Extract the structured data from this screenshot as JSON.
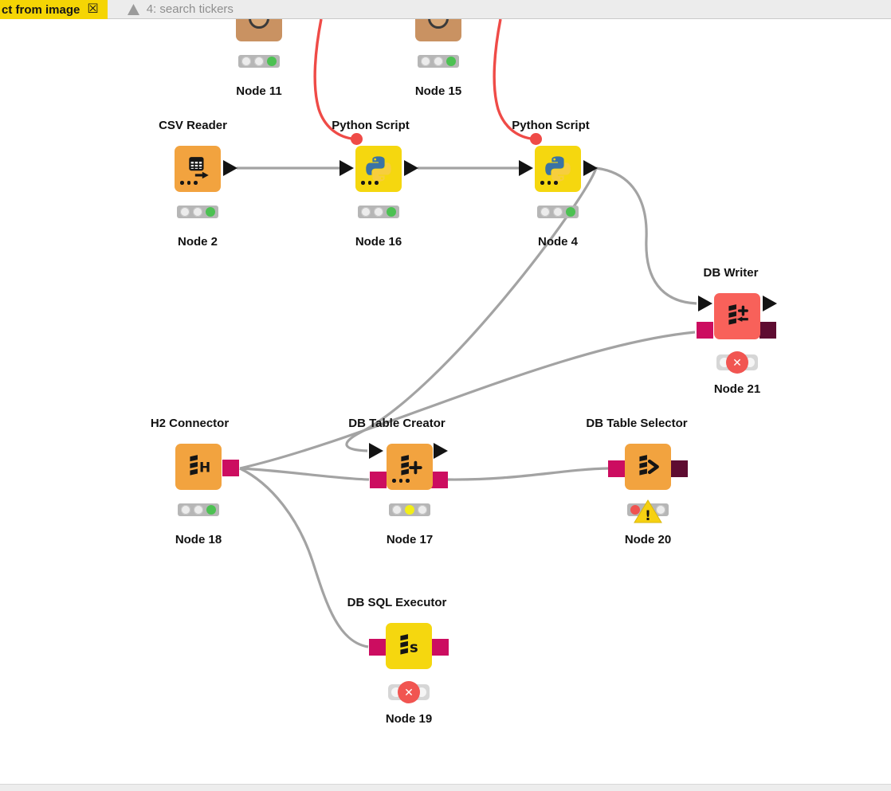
{
  "window": {
    "tabs": [
      {
        "label": "ct from image",
        "has_close_icon": true,
        "active": true
      },
      {
        "label": "4: search tickers",
        "has_workflow_icon": true,
        "active": false
      }
    ]
  },
  "colors": {
    "tab_yellow": "#f5d504",
    "node_orange": "#f2a33f",
    "node_python_yellow": "#f5d70f",
    "node_red": "#f8615a",
    "node_brown": "#c99262",
    "port_magenta": "#cc0d60",
    "port_maroon": "#5e0c31",
    "wire_gray": "#a3a3a3",
    "wire_flow_red": "#ef4b47",
    "light_green": "#4cc152",
    "light_yellow": "#f2ee18",
    "light_red": "#ef5350",
    "error_red": "#f15551",
    "warning_yellow": "#f6d112"
  },
  "nodes": [
    {
      "id": "n11",
      "title": "",
      "label": "Node 11",
      "kind": "partial",
      "status": "green"
    },
    {
      "id": "n15",
      "title": "",
      "label": "Node 15",
      "kind": "partial",
      "status": "green"
    },
    {
      "id": "n2",
      "title": "CSV Reader",
      "label": "Node 2",
      "kind": "csv",
      "status": "green"
    },
    {
      "id": "n16",
      "title": "Python Script",
      "label": "Node 16",
      "kind": "python",
      "status": "green"
    },
    {
      "id": "n4",
      "title": "Python Script",
      "label": "Node 4",
      "kind": "python",
      "status": "green"
    },
    {
      "id": "n21",
      "title": "DB Writer",
      "label": "Node 21",
      "kind": "db-writer",
      "status": "error"
    },
    {
      "id": "n18",
      "title": "H2 Connector",
      "label": "Node 18",
      "kind": "db-h2",
      "status": "green"
    },
    {
      "id": "n17",
      "title": "DB Table Creator",
      "label": "Node 17",
      "kind": "db-creator",
      "status": "yellow"
    },
    {
      "id": "n20",
      "title": "DB Table Selector",
      "label": "Node 20",
      "kind": "db-selector",
      "status": "warning"
    },
    {
      "id": "n19",
      "title": "DB SQL Executor",
      "label": "Node 19",
      "kind": "db-executor",
      "status": "error"
    }
  ],
  "connections": [
    {
      "from": "Node 2",
      "to": "Node 16",
      "type": "data"
    },
    {
      "from": "Node 16",
      "to": "Node 4",
      "type": "data"
    },
    {
      "from": "Node 4",
      "to": "Node 21",
      "type": "data"
    },
    {
      "from": "Node 4",
      "to": "Node 17",
      "type": "data"
    },
    {
      "from": "Node 18",
      "to": "Node 17",
      "type": "database"
    },
    {
      "from": "Node 17",
      "to": "Node 20",
      "type": "database"
    },
    {
      "from": "Node 18",
      "to": "Node 21",
      "type": "database"
    },
    {
      "from": "Node 18",
      "to": "Node 19",
      "type": "database"
    },
    {
      "from": "offscreen-top",
      "to": "Node 16",
      "type": "flow-variable"
    },
    {
      "from": "offscreen-top",
      "to": "Node 4",
      "type": "flow-variable"
    }
  ]
}
